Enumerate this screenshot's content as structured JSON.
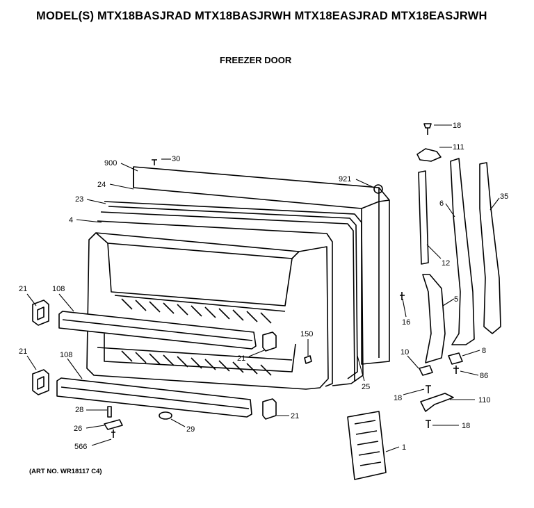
{
  "header": {
    "title": "MODEL(S) MTX18BASJRAD  MTX18BASJRWH  MTX18EASJRAD  MTX18EASJRWH",
    "subtitle": "FREEZER DOOR"
  },
  "footer": {
    "art_number": "(ART NO. WR18117 C4)"
  },
  "callouts": [
    "900",
    "30",
    "24",
    "23",
    "4",
    "921",
    "18",
    "111",
    "6",
    "35",
    "12",
    "5",
    "16",
    "21",
    "108",
    "150",
    "21",
    "25",
    "10",
    "8",
    "86",
    "21",
    "108",
    "18",
    "110",
    "28",
    "26",
    "21",
    "29",
    "566",
    "18",
    "1"
  ]
}
